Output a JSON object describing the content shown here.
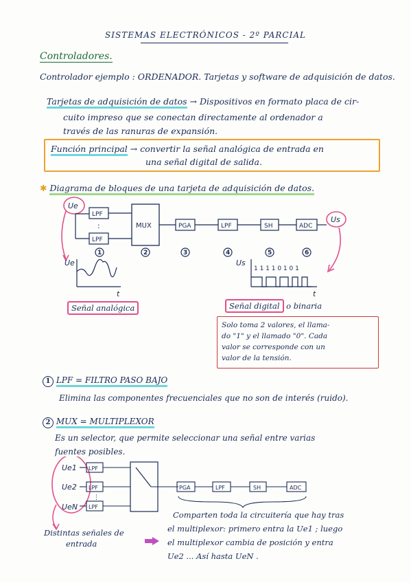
{
  "title": "SISTEMAS ELECTRÓNICOS - 2º PARCIAL",
  "section_heading": "Controladores.",
  "intro": "Controlador ejemplo : ORDENADOR. Tarjetas y software de adquisición de datos.",
  "tarjetas": {
    "term": "Tarjetas de adquisición de datos",
    "arrow": "→",
    "line1": "Dispositivos en formato placa de cir-",
    "line2": "cuito impreso que se conectan directamente al ordenador a",
    "line3": "través de las ranuras de expansión."
  },
  "funcion": {
    "term": "Función principal",
    "line1": "→ convertir la señal analógica de entrada en",
    "line2": "una señal digital de salida."
  },
  "diagrama": {
    "star": "✱",
    "heading": "Diagrama de bloques de una tarjeta de adquisición de datos.",
    "ue": "Ue",
    "us": "Us",
    "blocks": [
      "LPF",
      "MUX",
      "PGA",
      "LPF",
      "SH",
      "ADC"
    ],
    "numbers": [
      "1",
      "2",
      "3",
      "4",
      "5",
      "6"
    ],
    "dots": ":",
    "axis_y_left": "Ue",
    "axis_x_left": "t",
    "axis_y_right": "Us",
    "axis_x_right": "t",
    "bits": "1 1 1 1 0 1 0 1",
    "label_analog": "Señal analógica",
    "label_digital": "Señal digital",
    "label_digital_suffix": "o binaria",
    "note_line1": "Solo toma 2 valores, el llama-",
    "note_line2": "do \"1\" y el llamado \"0\". Cada",
    "note_line3": "valor se corresponde con un",
    "note_line4": "valor de la tensión."
  },
  "lpf_section": {
    "num": "1",
    "heading": "LPF = FILTRO PASO BAJO",
    "text": "Elimina las componentes frecuenciales que no son de interés (ruido)."
  },
  "mux_section": {
    "num": "2",
    "heading": "MUX = MULTIPLEXOR",
    "line1": "Es un selector, que permite seleccionar una señal entre varias",
    "line2": "fuentes posibles.",
    "inputs": [
      "Ue1",
      "Ue2",
      "UeN"
    ],
    "blocks": [
      "LPF",
      "LPF",
      "LPF",
      "PGA",
      "LPF",
      "SH",
      "ADC"
    ],
    "left_note1": "Distintas señales de",
    "left_note2": "entrada",
    "right_note1": "Comparten toda la circuitería que hay tras",
    "right_note2": "el multiplexor: primero entra la Ue1 ; luego",
    "right_note3": "el multiplexor cambia de posición y entra",
    "right_note4": "Ue2 ... Así hasta UeN ."
  }
}
